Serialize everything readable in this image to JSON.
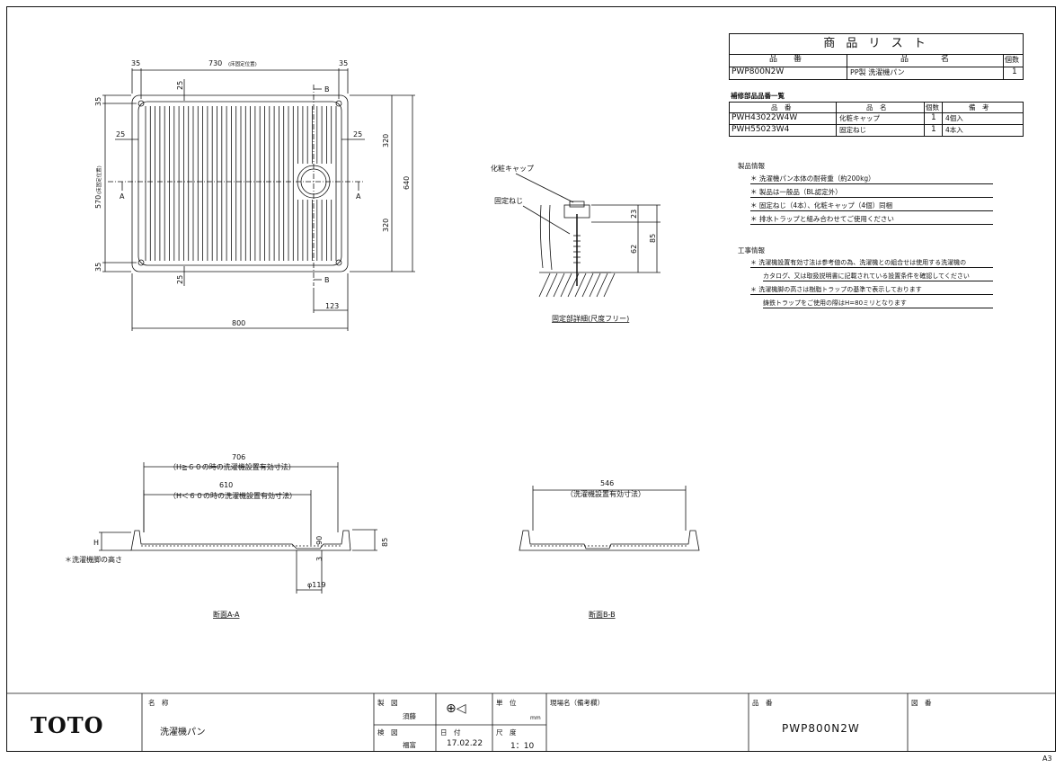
{
  "product_list": {
    "title": "商 品 リ ス ト",
    "headers": [
      "品　　番",
      "品　　　　名",
      "個数"
    ],
    "rows": [
      [
        "PWP800N2W",
        "PP製 洗濯機パン",
        "1"
      ]
    ]
  },
  "repair_parts": {
    "title": "補修部品品番一覧",
    "headers": [
      "品　番",
      "品　名",
      "個数",
      "備　考"
    ],
    "rows": [
      [
        "PWH43022W4W",
        "化粧キャップ",
        "1",
        "4個入"
      ],
      [
        "PWH55023W4",
        "固定ねじ",
        "1",
        "4本入"
      ]
    ]
  },
  "product_info": {
    "title": "製品情報",
    "items": [
      "＊ 洗濯機パン本体の耐荷重（約200kg）",
      "＊ 製品は一般品（BL認定外）",
      "＊ 固定ねじ（4本）、化粧キャップ（4個）同梱",
      "＊ 排水トラップと組み合わせてご使用ください"
    ]
  },
  "construction_info": {
    "title": "工事情報",
    "items": [
      "＊ 洗濯機設置有効寸法は参考値の為、洗濯機との組合せは使用する洗濯機の",
      "カタログ、又は取扱説明書に記載されている設置条件を確認してください",
      "＊ 洗濯機脚の高さは樹脂トラップの基準で表示しております",
      "鋳鉄トラップをご使用の際はH=80ミリとなります"
    ]
  },
  "plan_view": {
    "dim_top_left": "35",
    "dim_top_mid": "730",
    "dim_top_mid_note": "(床固定位置)",
    "dim_top_right": "35",
    "dim_left_top": "35",
    "dim_left_mid": "570",
    "dim_left_mid_note": "(床固定位置)",
    "dim_left_bottom": "35",
    "dim_right_upper": "320",
    "dim_right_lower": "320",
    "dim_right_total": "640",
    "dim_bottom": "800",
    "dim_drain": "123",
    "dim_inner_left": "25",
    "dim_inner_right": "25",
    "dim_top_inner": "25",
    "dim_bottom_inner": "25",
    "section_a": "A",
    "section_b": "B"
  },
  "detail": {
    "label_cap": "化粧キャップ",
    "label_screw": "固定ねじ",
    "dim_23": "23",
    "dim_62": "62",
    "dim_85": "85",
    "caption": "固定部詳細(尺度フリー)"
  },
  "section_aa": {
    "dim_706": "706",
    "note_706": "（H≧６０の時の洗濯機設置有効寸法）",
    "dim_610": "610",
    "note_610": "（H＜６０の時の洗濯機設置有効寸法）",
    "dim_h": "H",
    "dim_85": "85",
    "dim_90": "90",
    "dim_3": "3",
    "dim_phi": "φ119",
    "note_leg": "＊洗濯機脚の高さ",
    "caption": "断面A-A"
  },
  "section_bb": {
    "dim_546": "546",
    "note_546": "（洗濯機設置有効寸法）",
    "caption": "断面B-B"
  },
  "title_block": {
    "brand": "TOTO",
    "name_label": "名　称",
    "name_value": "洗濯機パン",
    "drawn_label": "製　図",
    "drawn_value": "須藤",
    "checked_label": "検　図",
    "checked_value": "福富",
    "unit_label": "単　位",
    "unit_value": "mm",
    "date_label": "日　付",
    "date_value": "17.02.22",
    "scale_label": "尺　度",
    "scale_value": "1：10",
    "site_label": "現場名（備考欄）",
    "part_label": "品　番",
    "part_value": "PWP800N2W",
    "drawing_label": "図　番",
    "sheet_size": "A3"
  }
}
